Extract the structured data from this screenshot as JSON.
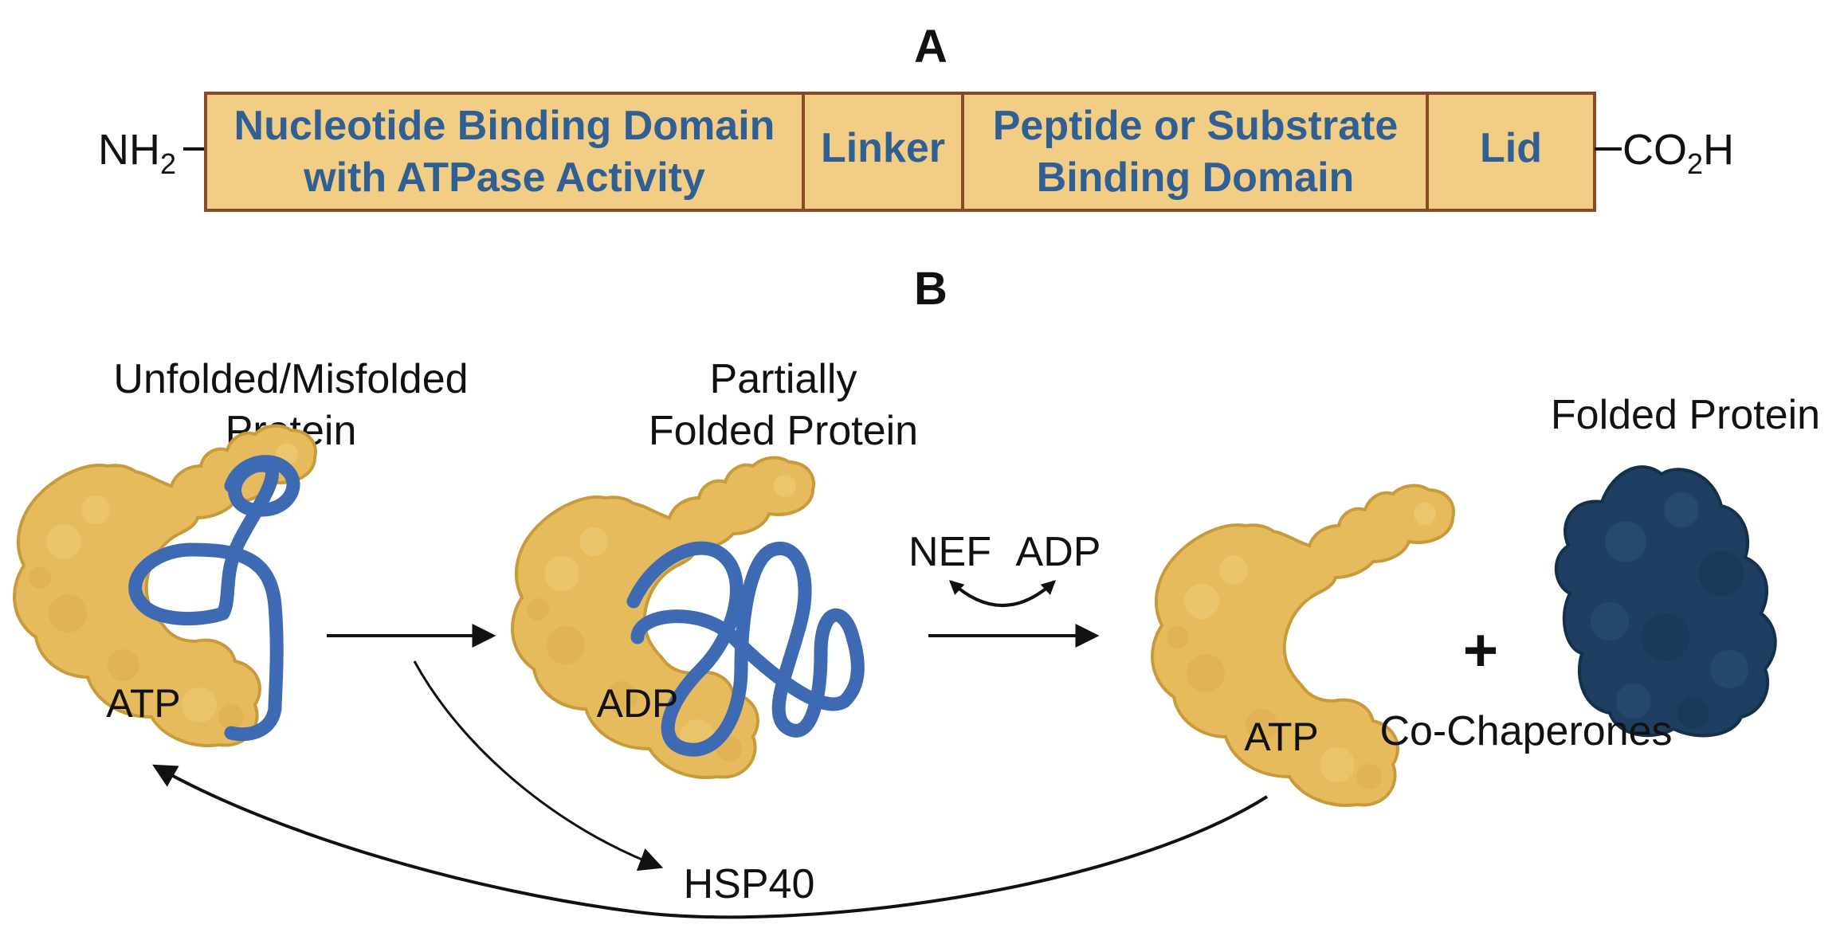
{
  "panel_a": {
    "letter": "A",
    "n_terminus": "NH",
    "n_terminus_sub": "2",
    "c_terminus_co": "CO",
    "c_terminus_sub": "2",
    "c_terminus_h": "H",
    "domains": [
      {
        "line1": "Nucleotide Binding Domain",
        "line2": "with ATPase Activity"
      },
      {
        "line1": "Linker",
        "line2": ""
      },
      {
        "line1": "Peptide or Substrate",
        "line2": "Binding Domain"
      },
      {
        "line1": "Lid",
        "line2": ""
      }
    ]
  },
  "panel_b": {
    "letter": "B",
    "unfolded_label": {
      "line1": "Unfolded/Misfolded",
      "line2": "Protein"
    },
    "partial_label": {
      "line1": "Partially",
      "line2": "Folded Protein"
    },
    "folded_label": "Folded Protein",
    "nef_label": "NEF",
    "adp_exchange_label": "ADP",
    "nucleotide_1": "ATP",
    "nucleotide_2": "ADP",
    "nucleotide_3": "ATP",
    "plus_sign": "+",
    "cochaperones_label": "Co-Chaperones",
    "hsp40_label": "HSP40"
  },
  "colors": {
    "domain_fill": "#f2cd85",
    "domain_border": "#8b4a26",
    "domain_text": "#2f5f93",
    "chaperone_fill": "#e5bb5d",
    "chaperone_stroke": "#c99a3a",
    "unfolded_chain": "#3d6ab3",
    "folded_protein": "#1e3f62",
    "arrow": "#111111"
  },
  "icons": {
    "chaperone": "hsp70-chaperone-icon",
    "unfolded_chain": "unfolded-polypeptide-icon",
    "folded_protein": "folded-protein-icon"
  }
}
